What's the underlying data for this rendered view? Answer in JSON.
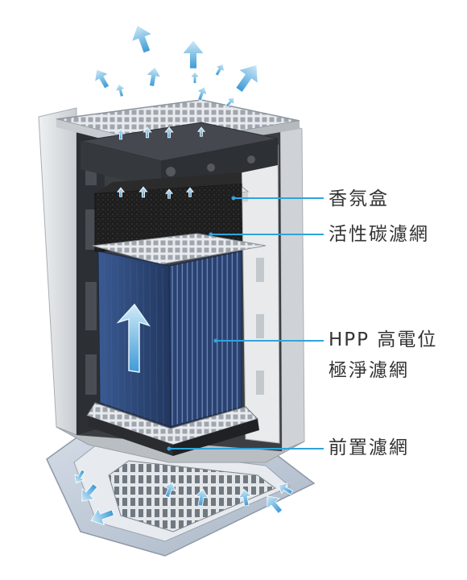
{
  "colors": {
    "leader_line": "#2fa4dc",
    "label_text": "#333333",
    "airflow_arrow": "#5ab4e6",
    "hpp_filter": "#2e4a80",
    "carbon_filter": "#202020",
    "housing": "#d6d9dc",
    "base_plate": "#c3ccd8"
  },
  "icons": {
    "airflow": "airflow-arrow-icon",
    "internal_flow": "airflow-up-arrow-icon"
  },
  "labels": {
    "aroma_box": "香氛盒",
    "carbon_filter": "活性碳濾網",
    "hpp_filter_line1": "HPP 高電位",
    "hpp_filter_line2": "極淨濾網",
    "pre_filter": "前置濾網"
  }
}
